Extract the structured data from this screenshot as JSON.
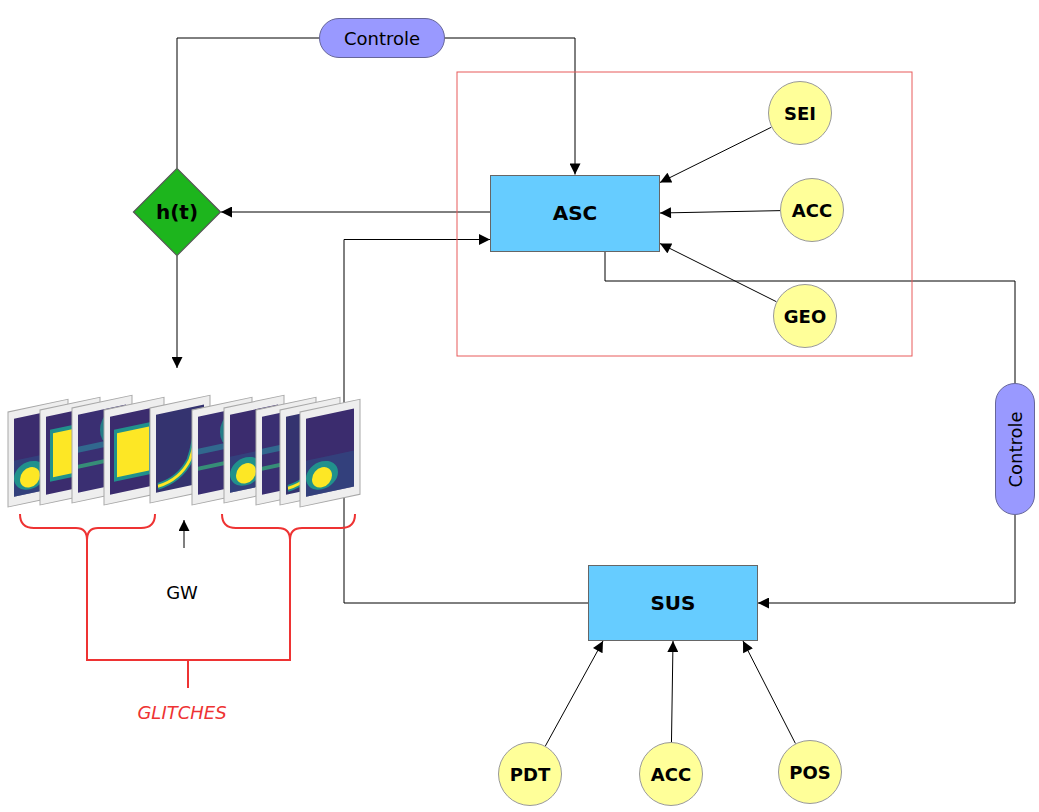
{
  "diagram": {
    "nodes": [
      {
        "text": [
          "Controle"
        ]
      },
      {
        "text": [
          "h(t)"
        ]
      },
      {
        "text": [
          "ASC"
        ]
      },
      {
        "text": [
          "SEI"
        ]
      },
      {
        "text": [
          "ACC"
        ]
      },
      {
        "text": [
          "GEO"
        ]
      },
      {
        "text": [
          "Controle"
        ]
      },
      {
        "text": [
          "SUS"
        ]
      },
      {
        "text": [
          "PDT"
        ]
      },
      {
        "text": [
          "ACC"
        ]
      },
      {
        "text": [
          "POS"
        ]
      }
    ],
    "edges": [
      {
        "from": 1,
        "to": 0,
        "arrow": "none"
      },
      {
        "from": 0,
        "to": 2,
        "arrow": "to"
      },
      {
        "from": 2,
        "to": 1,
        "arrow": "to"
      },
      {
        "from": 3,
        "to": 2,
        "arrow": "to"
      },
      {
        "from": 4,
        "to": 2,
        "arrow": "to"
      },
      {
        "from": 5,
        "to": 2,
        "arrow": "to"
      },
      {
        "from": 2,
        "to": 6,
        "arrow": "none"
      },
      {
        "from": 6,
        "to": 7,
        "arrow": "to"
      },
      {
        "from": 7,
        "to": 2,
        "arrow": "to"
      },
      {
        "from": 8,
        "to": 7,
        "arrow": "to"
      },
      {
        "from": 9,
        "to": 7,
        "arrow": "to"
      },
      {
        "from": 10,
        "to": 7,
        "arrow": "to"
      }
    ],
    "labels": [
      "GW",
      "GLITCHES"
    ]
  }
}
